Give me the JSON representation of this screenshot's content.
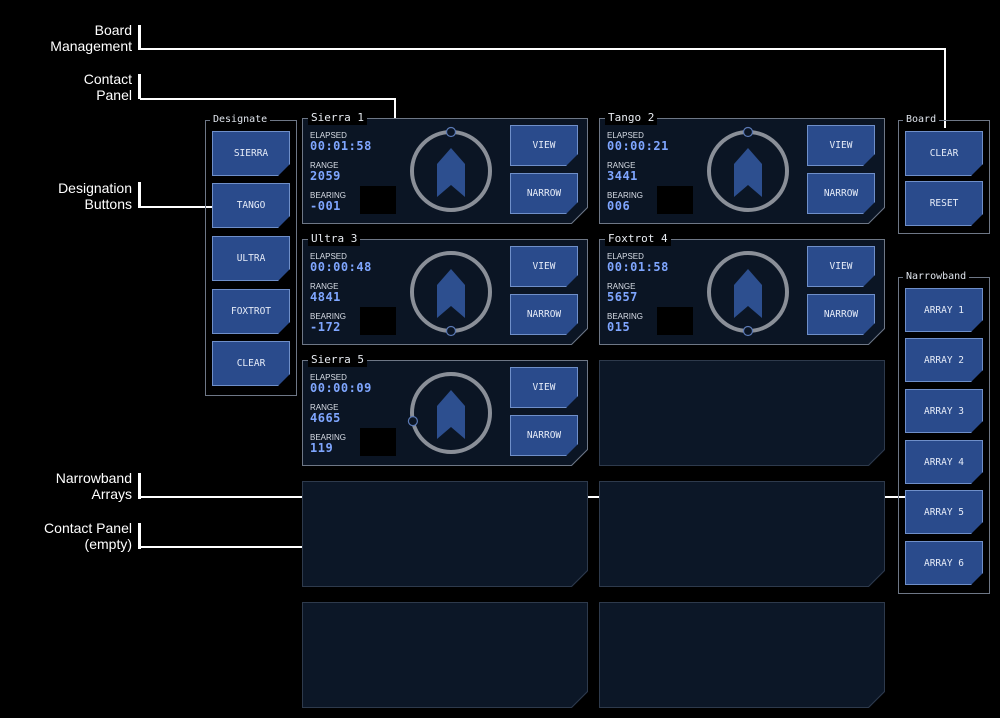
{
  "callouts": {
    "board_management": [
      "Board",
      "Management"
    ],
    "contact_panel": [
      "Contact",
      "Panel"
    ],
    "designation_buttons": [
      "Designation",
      "Buttons"
    ],
    "narrowband_arrays": [
      "Narrowband",
      "Arrays"
    ],
    "contact_panel_empty": [
      "Contact Panel",
      "(empty)"
    ]
  },
  "designate": {
    "title": "Designate",
    "buttons": [
      "SIERRA",
      "TANGO",
      "ULTRA",
      "FOXTROT",
      "CLEAR"
    ]
  },
  "board": {
    "title": "Board",
    "buttons": [
      "CLEAR",
      "RESET"
    ]
  },
  "narrowband": {
    "title": "Narrowband",
    "buttons": [
      "ARRAY 1",
      "ARRAY 2",
      "ARRAY 3",
      "ARRAY 4",
      "ARRAY 5",
      "ARRAY 6"
    ]
  },
  "labels": {
    "elapsed": "ELAPSED",
    "range": "RANGE",
    "bearing": "BEARING",
    "view": "VIEW",
    "narrow": "NARROW"
  },
  "contacts": [
    {
      "title": "Sierra 1",
      "elapsed": "00:01:58",
      "range": "2059",
      "bearing": "-001"
    },
    {
      "title": "Tango 2",
      "elapsed": "00:00:21",
      "range": "3441",
      "bearing": "006"
    },
    {
      "title": "Ultra 3",
      "elapsed": "00:00:48",
      "range": "4841",
      "bearing": "-172"
    },
    {
      "title": "Foxtrot 4",
      "elapsed": "00:01:58",
      "range": "5657",
      "bearing": "015"
    },
    {
      "title": "Sierra 5",
      "elapsed": "00:00:09",
      "range": "4665",
      "bearing": "119"
    }
  ],
  "colors": {
    "button_fill": "#2a4b8c",
    "button_border": "#6f8fc9",
    "value_text": "#7fa6ff",
    "panel_fill": "#0b1524",
    "ring": "#8a8f98",
    "chevron": "#2d4f8f"
  }
}
